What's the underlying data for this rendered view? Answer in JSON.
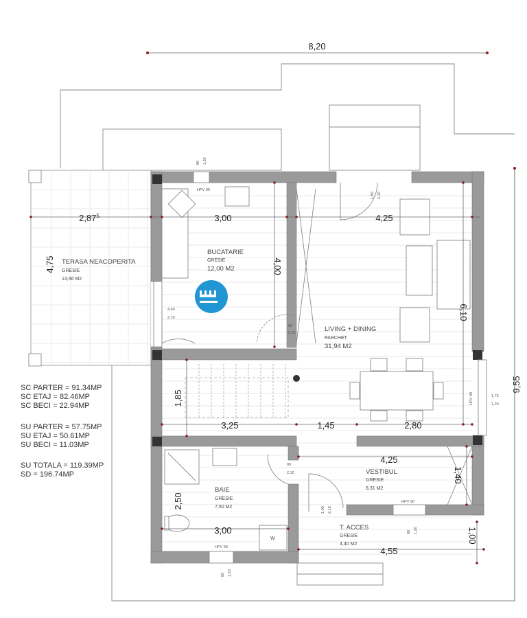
{
  "overall": {
    "width_dim": "8,20",
    "height_dim": "9,55"
  },
  "rooms": {
    "terasa": {
      "name": "TERASA NEACOPERITA",
      "finish": "GRESIE",
      "area": "13,66 M2",
      "dim_w": "2,87",
      "dim_w_sup": "5",
      "dim_h": "4,75"
    },
    "bucatarie": {
      "name": "BUCATARIE",
      "finish": "GRESIE",
      "area": "12,00 M2",
      "dim_w": "3,00",
      "dim_h": "4,00"
    },
    "living": {
      "name": "LIVING + DINING",
      "finish": "PARCHET",
      "area": "31,94 M2",
      "dim_w": "4,25",
      "dim_h": "6,10"
    },
    "stairs": {
      "dim_h": "1,85",
      "dim_w": "3,25"
    },
    "hall": {
      "dim_a": "1,45",
      "dim_b": "2,80"
    },
    "vestibul": {
      "name": "VESTIBUL",
      "finish": "GRESIE",
      "area": "6,31 M2",
      "dim_w": "4,25",
      "dim_h": "1,40"
    },
    "baie": {
      "name": "BAIE",
      "finish": "GRESIE",
      "area": "7,50 M2",
      "dim_w": "3,00",
      "dim_h": "2,50",
      "fixture": "W"
    },
    "acces": {
      "name": "T. ACCES",
      "finish": "GRESIE",
      "area": "4,40 M2",
      "dim_w": "4,55",
      "dim_h": "1,00"
    }
  },
  "openings": {
    "kitchen_door": {
      "w": "4,60",
      "h": "2,10"
    },
    "living_door": {
      "w": "90",
      "h": "2,10"
    },
    "bath_door": {
      "w": "80",
      "h": "2,10"
    },
    "window_sill": "HPV 90",
    "window_small": {
      "w": "80",
      "h": "1,20"
    },
    "window_right": {
      "w": "1,75",
      "h": "1,20"
    },
    "terrace_door": {
      "w": "1,60",
      "h": "2,10"
    },
    "entry_door": {
      "w": "1,00",
      "h": "2,10"
    }
  },
  "areas": [
    "SC PARTER = 91.34MP",
    "SC ETAJ = 82.46MP",
    "SC BECI = 22.94MP",
    "SU PARTER = 57.75MP",
    "SU ETAJ = 50.61MP",
    "SU BECI = 11.03MP",
    "SU TOTALA = 119.39MP",
    "SD = 196.74MP"
  ],
  "colors": {
    "wall": "#9a9a9a",
    "logo": "#2196d3",
    "dim_dot": "#8b1a1a"
  },
  "logo": {
    "icon": "brand-badge-icon"
  }
}
